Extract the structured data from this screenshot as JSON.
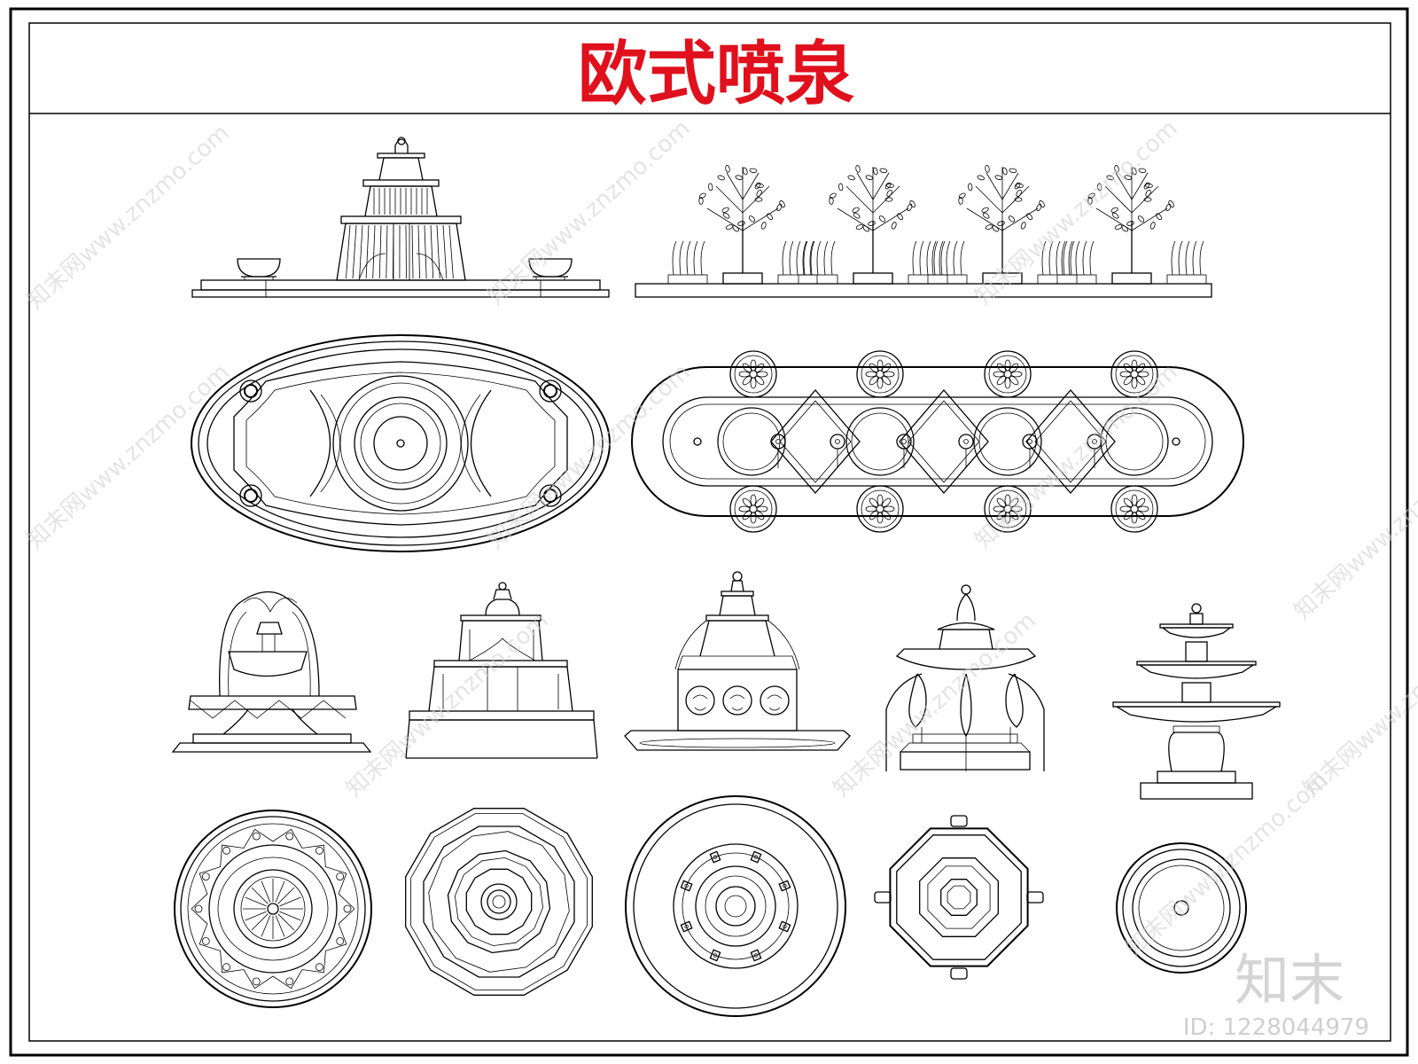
{
  "title": "欧式喷泉",
  "watermark": {
    "site": "www.znzmo.com",
    "brand_cn": "知末网"
  },
  "brand": {
    "logo_text": "知末",
    "id_text": "ID: 1228044979"
  },
  "colors": {
    "title": "#e0101c",
    "line": "#000000",
    "watermark": "#cfcfcf"
  },
  "drawings": [
    {
      "name": "tiered-fountain-elevation-with-planters"
    },
    {
      "name": "fountain-row-with-trees-elevation"
    },
    {
      "name": "oval-pool-plan"
    },
    {
      "name": "linear-pool-plan"
    },
    {
      "name": "bell-fountain-elevation"
    },
    {
      "name": "two-tier-fountain-elevation"
    },
    {
      "name": "lion-head-fountain-elevation"
    },
    {
      "name": "heron-fountain-elevation"
    },
    {
      "name": "three-tier-birdbath-fountain-elevation"
    },
    {
      "name": "ornate-round-fountain-plan"
    },
    {
      "name": "dodecagon-fountain-plan"
    },
    {
      "name": "large-round-fountain-plan"
    },
    {
      "name": "octagon-fountain-plan"
    },
    {
      "name": "small-round-fountain-plan"
    }
  ]
}
